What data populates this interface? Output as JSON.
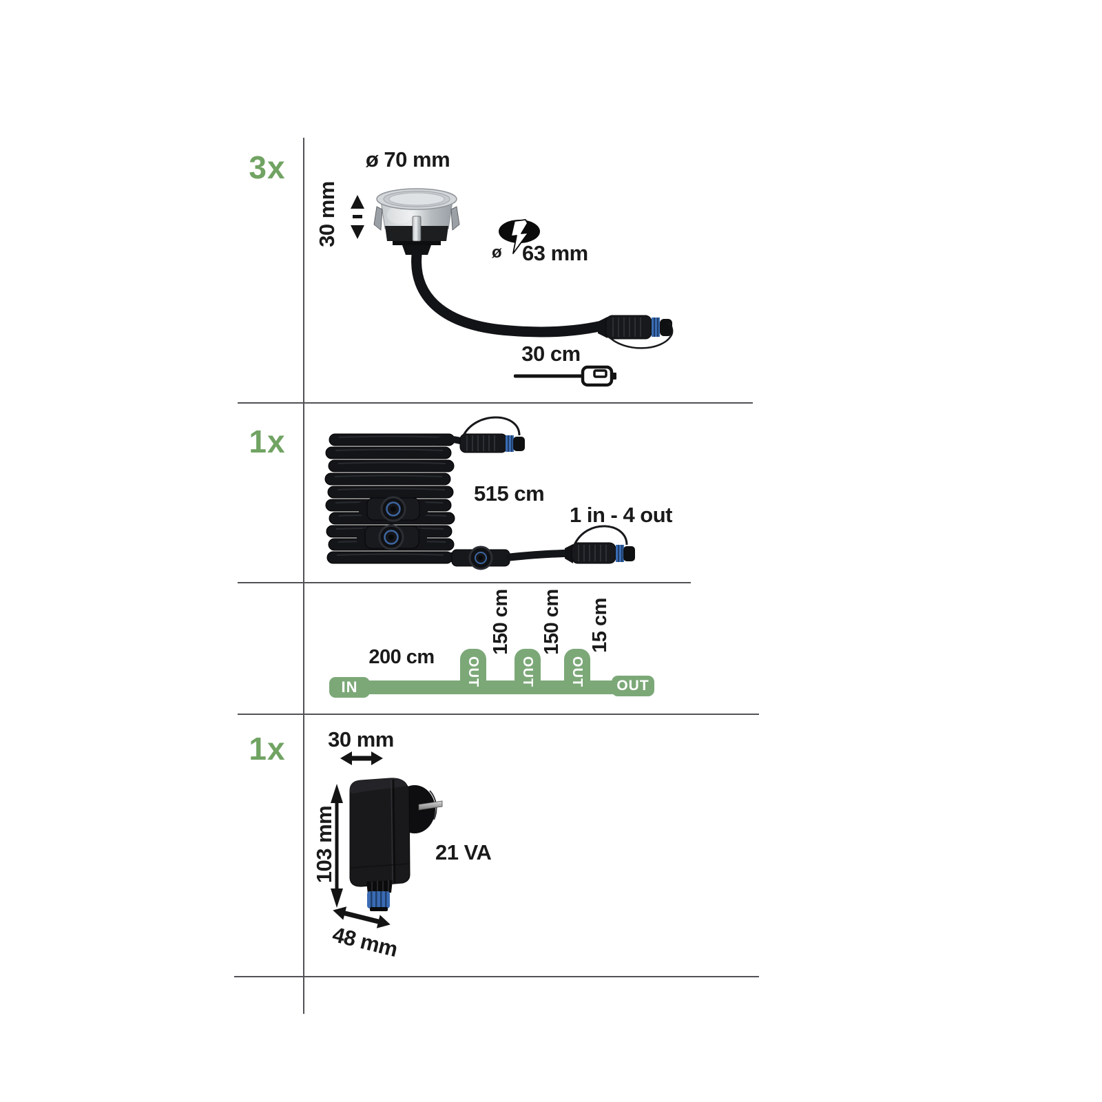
{
  "colors": {
    "background": "#ffffff",
    "accent_green": "#71a363",
    "diagram_green": "#7ca878",
    "connector_blue": "#3a6cb4",
    "line_gray": "#515156",
    "ink": "#1a1a1a"
  },
  "icons": {
    "spot_height": "vertical-double-arrow",
    "cutout": "lightning-bolt-in-oval",
    "cable_end": "plug-connector-outline",
    "ps_width": "horizontal-double-arrow",
    "ps_height": "vertical-double-arrow",
    "ps_depth": "diagonal-double-arrow"
  },
  "sections": {
    "spotlights": {
      "count": "3x",
      "diameter_label": "ø 70 mm",
      "height_label": "30 mm",
      "cutout_symbol": "ø",
      "cutout_label": "63 mm",
      "cable_length_label": "30 cm"
    },
    "cable": {
      "count": "1x",
      "length_label": "515 cm",
      "ports_label": "1 in - 4 out"
    },
    "wiring": {
      "in_label": "IN",
      "end_out_label": "OUT",
      "stub_labels": [
        "OUT",
        "OUT",
        "OUT"
      ],
      "segments": [
        "200 cm",
        "150 cm",
        "150 cm",
        "15 cm"
      ]
    },
    "power_supply": {
      "count": "1x",
      "width_label": "30 mm",
      "height_label": "103 mm",
      "depth_label": "48 mm",
      "rating_label": "21 VA"
    }
  }
}
